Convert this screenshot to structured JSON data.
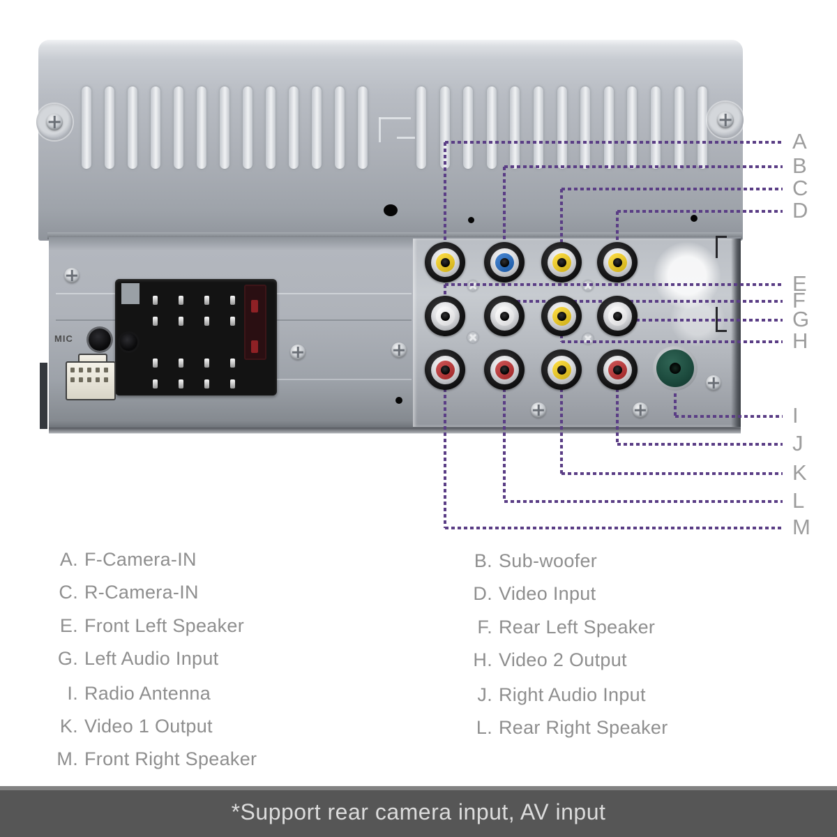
{
  "device": {
    "mic_label": "MIC"
  },
  "footer": {
    "note": "*Support rear camera input, AV input"
  },
  "jacks": {
    "rows": [
      [
        "yellow",
        "blue",
        "yellow",
        "yellow"
      ],
      [
        "white",
        "white",
        "yellow",
        "white"
      ],
      [
        "red",
        "red",
        "yellow",
        "red"
      ]
    ],
    "antenna_color_name": "green"
  },
  "callouts": [
    {
      "letter": "A",
      "jack": "r1c1"
    },
    {
      "letter": "B",
      "jack": "r1c2"
    },
    {
      "letter": "C",
      "jack": "r1c3"
    },
    {
      "letter": "D",
      "jack": "r1c4"
    },
    {
      "letter": "E",
      "jack": "r2c1"
    },
    {
      "letter": "F",
      "jack": "r2c2"
    },
    {
      "letter": "G",
      "jack": "r2c4"
    },
    {
      "letter": "H",
      "jack": "r2c3"
    },
    {
      "letter": "I",
      "jack": "antenna"
    },
    {
      "letter": "J",
      "jack": "r3c4"
    },
    {
      "letter": "K",
      "jack": "r3c3"
    },
    {
      "letter": "L",
      "jack": "r3c2"
    },
    {
      "letter": "M",
      "jack": "r3c1"
    }
  ],
  "legend": {
    "left": [
      {
        "key": "A.",
        "label": "F-Camera-IN"
      },
      {
        "key": "C.",
        "label": "R-Camera-IN"
      },
      {
        "key": "E.",
        "label": "Front Left Speaker"
      },
      {
        "key": "G.",
        "label": "Left Audio Input"
      },
      {
        "key": "I.",
        "label": "Radio Antenna"
      },
      {
        "key": "K.",
        "label": "Video 1 Output"
      },
      {
        "key": "M.",
        "label": "Front Right Speaker"
      }
    ],
    "right": [
      {
        "key": "B.",
        "label": "Sub-woofer"
      },
      {
        "key": "D.",
        "label": "Video Input"
      },
      {
        "key": "F.",
        "label": "Rear Left Speaker"
      },
      {
        "key": "H.",
        "label": "Video 2 Output"
      },
      {
        "key": "J.",
        "label": "Right Audio Input"
      },
      {
        "key": "L.",
        "label": "Rear Right Speaker"
      }
    ]
  },
  "colors": {
    "yellow": "#e3c32b",
    "blue": "#2e6cb8",
    "white": "#ededef",
    "red": "#b43b3c",
    "green": "#1c4a3d",
    "callout_purple": "#5a3d85",
    "footer_bar": "#565656",
    "footer_text": "#dcdcdc",
    "legend_text": "#8e8e8e",
    "letter_text": "#9c9c9c"
  }
}
